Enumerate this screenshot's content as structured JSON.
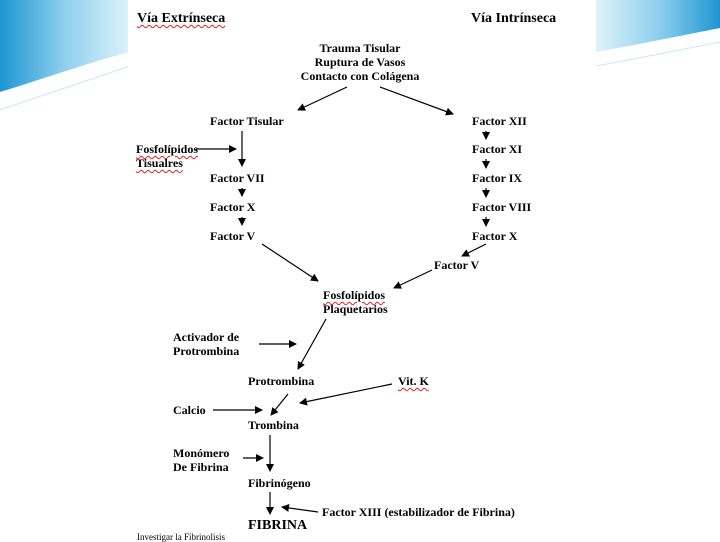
{
  "titles": {
    "extrinsic": "Vía Extrínseca",
    "intrinsic": "Vía Intrínseca"
  },
  "trigger": {
    "line1": "Trauma Tisular",
    "line2": "Ruptura de Vasos",
    "line3": "Contacto  con Colágena"
  },
  "extrinsic": {
    "factor_tisular": "Factor Tisular",
    "fosfolipidos_1": "Fosfolípidos",
    "fosfolipidos_2": "Tisualres",
    "factor_vii": "Factor VII",
    "factor_x": "Factor X",
    "factor_v": "Factor V"
  },
  "intrinsic": {
    "factor_xii": "Factor XII",
    "factor_xi": "Factor XI",
    "factor_ix": "Factor IX",
    "factor_viii": "Factor VIII",
    "factor_x": "Factor X",
    "factor_v": "Factor V"
  },
  "common": {
    "fosfolipidos_1": "Fosfolípidos",
    "fosfolipidos_2": "Plaquetarios",
    "activador_1": "Activador de",
    "activador_2": "Protrombina",
    "protrombina": "Protrombina",
    "vitk": "Vit. K",
    "calcio": "Calcio",
    "trombina": "Trombina",
    "monomero_1": "Monómero",
    "monomero_2": "De Fibrina",
    "fibrinogeno": "Fibrinógeno",
    "factor_xiii": "Factor XIII  (estabilizador  de  Fibrina)",
    "fibrina": "FIBRINA"
  },
  "footer": {
    "note": "Investigar la Fibrinolisis"
  },
  "colors": {
    "band_light": "#bfe4f4",
    "band_mid": "#7ec8e8",
    "band_dark": "#2aa0d6",
    "spell_underline": "#dd2222"
  }
}
